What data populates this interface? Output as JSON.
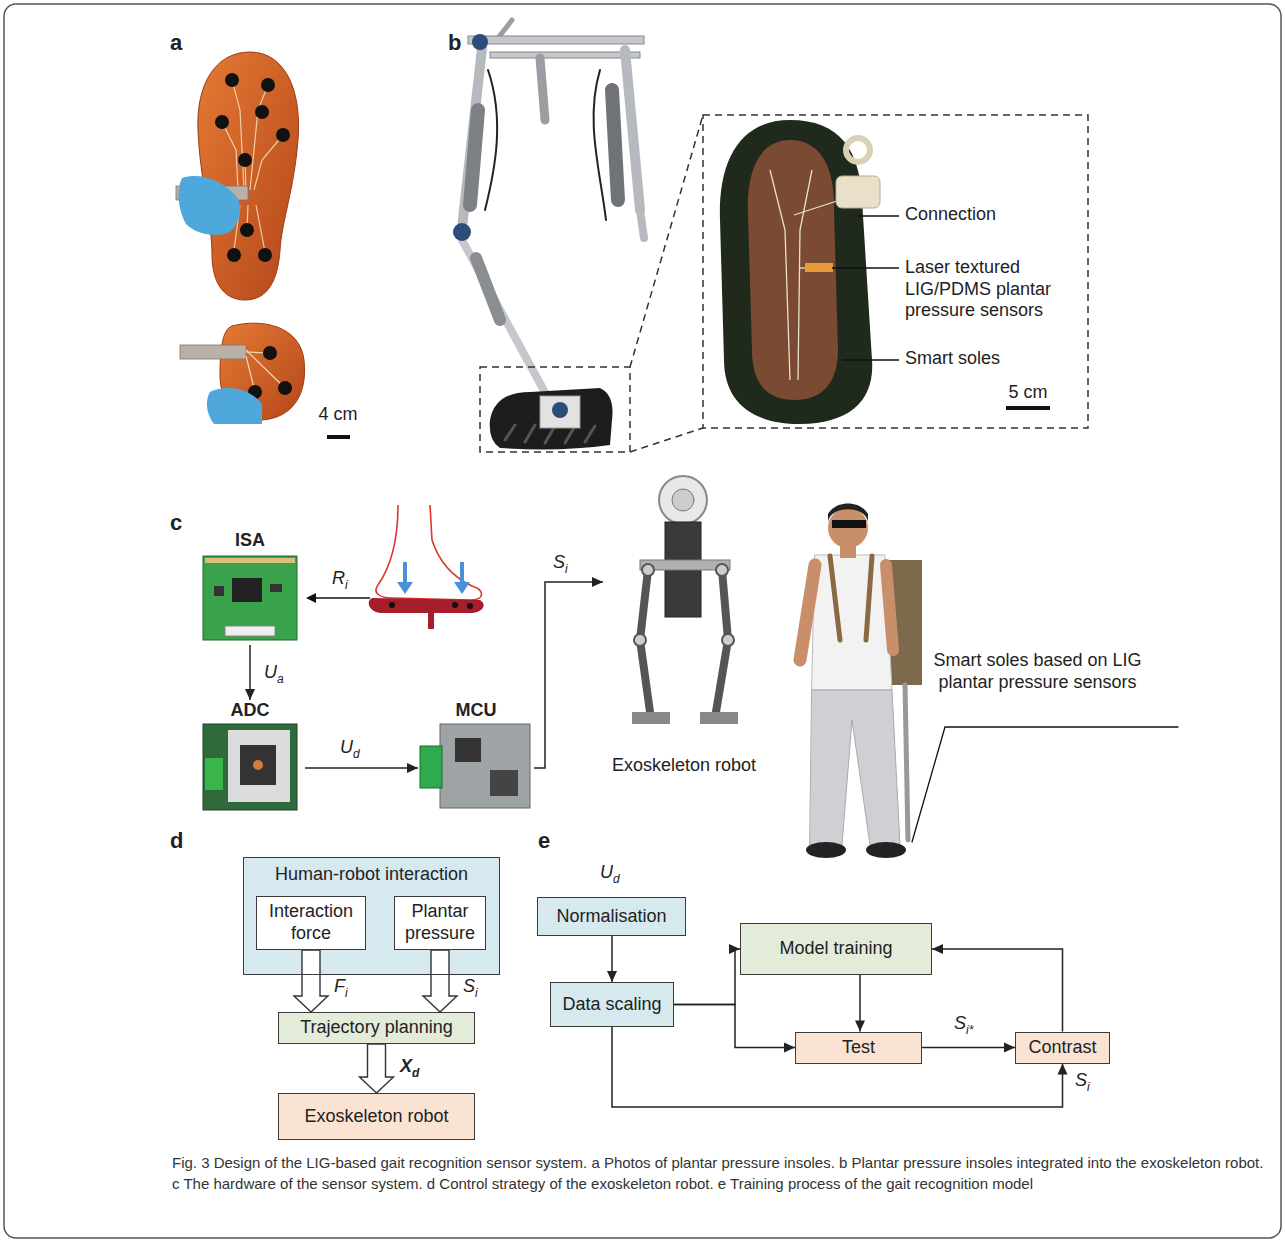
{
  "diagram": {
    "caption": "Fig. 3 Design of the LIG-based gait recognition sensor system. a Photos of plantar pressure insoles. b Plantar pressure insoles integrated into the exoskeleton robot. c The hardware of the sensor system. d Control strategy of the exoskeleton robot. e Training process of the gait recognition model",
    "nodes": [
      {
        "text": [
          "ISA"
        ]
      },
      {
        "text": [
          "ADC"
        ]
      },
      {
        "text": [
          "MCU"
        ]
      },
      {
        "text": [
          "Exoskeleton robot"
        ]
      },
      {
        "text": [
          "Human-robot interaction"
        ]
      },
      {
        "text": [
          "Interaction force"
        ],
        "in": 4
      },
      {
        "text": [
          "Plantar pressure"
        ],
        "in": 4
      },
      {
        "text": [
          "Trajectory planning"
        ]
      },
      {
        "text": [
          "Exoskeleton robot"
        ]
      },
      {
        "text": [
          "Normalisation"
        ]
      },
      {
        "text": [
          "Data scaling"
        ]
      },
      {
        "text": [
          "Model training"
        ]
      },
      {
        "text": [
          "Test"
        ]
      },
      {
        "text": [
          "Contrast"
        ]
      }
    ],
    "edges": [
      {
        "from": 0,
        "to": 1,
        "label": "Ua",
        "arrow": "to"
      },
      {
        "from": 1,
        "to": 2,
        "label": "Ud",
        "arrow": "to"
      },
      {
        "from": 2,
        "to": 3,
        "label": "Si",
        "arrow": "to"
      },
      {
        "from": 5,
        "to": 7,
        "label": "Fi",
        "arrow": "to"
      },
      {
        "from": 6,
        "to": 7,
        "label": "Si",
        "arrow": "to"
      },
      {
        "from": 7,
        "to": 8,
        "label": "Xd",
        "arrow": "to"
      },
      {
        "from": 9,
        "to": 10,
        "arrow": "to"
      },
      {
        "from": 10,
        "to": 11,
        "arrow": "to"
      },
      {
        "from": 10,
        "to": 12,
        "arrow": "to"
      },
      {
        "from": 11,
        "to": 12,
        "arrow": "to"
      },
      {
        "from": 12,
        "to": 13,
        "label": "Si*",
        "arrow": "to"
      },
      {
        "from": 10,
        "to": 13,
        "label": "Si",
        "arrow": "to"
      },
      {
        "from": 13,
        "to": 11,
        "arrow": "to"
      }
    ],
    "labels": [
      "a",
      "b",
      "4 cm",
      "Connection",
      "Laser textured LIG/PDMS plantar pressure sensors",
      "Smart soles",
      "5 cm",
      "c",
      "Ri",
      "Smart soles based on LIG plantar pressure sensors",
      "d",
      "e",
      "Ud"
    ]
  }
}
